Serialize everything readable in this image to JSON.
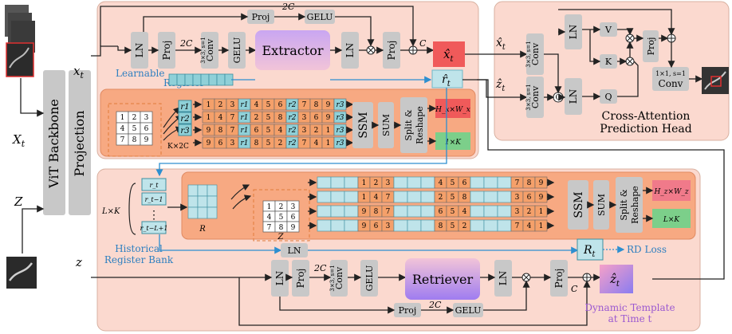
{
  "left": {
    "xt": "x_t",
    "Xt": "X_t",
    "Z": "Z",
    "z": "z",
    "vit": "ViT Backbone",
    "projection": "Projection"
  },
  "extractor": {
    "proj_top": "Proj",
    "gelu_top": "GELU",
    "twoC": "2C",
    "ln1": "LN",
    "proj1": "Proj",
    "twoC_b": "2C",
    "conv_params": "3×3, s=1",
    "conv": "Conv",
    "gelu": "GELU",
    "title": "Extractor",
    "ln2": "LN",
    "proj2": "Proj",
    "C": "C",
    "xhat": "x̂_t",
    "learnable_register": "Learnable",
    "register_sub": "Register",
    "rhat": "r̂_t"
  },
  "ssm_top": {
    "grid": [
      "1",
      "2",
      "3",
      "4",
      "5",
      "6",
      "7",
      "8",
      "9"
    ],
    "regs": [
      "r1",
      "r2",
      "r3"
    ],
    "KxC": "K×2C",
    "rows": [
      [
        "1",
        "2",
        "3",
        "r1",
        "4",
        "5",
        "6",
        "r2",
        "7",
        "8",
        "9",
        "r3"
      ],
      [
        "1",
        "4",
        "7",
        "r1",
        "2",
        "5",
        "8",
        "r2",
        "3",
        "6",
        "9",
        "r3"
      ],
      [
        "9",
        "8",
        "7",
        "r1",
        "6",
        "5",
        "4",
        "r2",
        "3",
        "2",
        "1",
        "r3"
      ],
      [
        "9",
        "6",
        "3",
        "r1",
        "8",
        "5",
        "2",
        "r2",
        "7",
        "4",
        "1",
        "r3"
      ]
    ],
    "ssm": "SSM",
    "sum": "SUM",
    "split": "Split &",
    "reshape": "Reshape",
    "out1": "H_x×W_x",
    "out2": "1×K"
  },
  "head": {
    "xhat": "x̂_t",
    "zhat": "ẑ_t",
    "conv1": "Conv",
    "conv2": "Conv",
    "conv_params": "3×3, s=1",
    "ln1": "LN",
    "ln2": "LN",
    "v": "V",
    "k": "K",
    "q": "Q",
    "c": "C",
    "proj": "Proj",
    "conv_out_params": "1×1, s=1",
    "conv_out": "Conv",
    "title1": "Cross-Attention",
    "title2": "Prediction Head"
  },
  "retriever": {
    "LxK": "L×K",
    "r_entries": [
      "r_t",
      "r_t−1",
      "⋮",
      "r_t−L+1"
    ],
    "R": "R",
    "Z": "Z",
    "bank1": "Historical",
    "bank2": "Register Bank",
    "ln_mid": "LN",
    "Rt": "R_t",
    "rd_loss": "RD Loss",
    "ln1": "LN",
    "proj1": "Proj",
    "twoC": "2C",
    "conv_params": "3×3, s=1",
    "conv": "Conv",
    "gelu": "GELU",
    "title": "Retriever",
    "ln2": "LN",
    "proj2": "Proj",
    "C": "C",
    "zhat": "ẑ_t",
    "proj_bot": "Proj",
    "gelu_bot": "GELU",
    "twoC_bot": "2C",
    "dyn1": "Dynamic Template",
    "dyn2": "at Time t",
    "ssm": "SSM",
    "sum": "SUM",
    "split": "Split &",
    "reshape": "Reshape",
    "out1": "H_z×W_z",
    "out2": "L×K",
    "rows": [
      [
        "1",
        "2",
        "3",
        "4",
        "5",
        "6",
        "7",
        "8",
        "9"
      ],
      [
        "1",
        "4",
        "7",
        "2",
        "5",
        "8",
        "3",
        "6",
        "9"
      ],
      [
        "9",
        "8",
        "7",
        "6",
        "5",
        "4",
        "3",
        "2",
        "1"
      ],
      [
        "9",
        "6",
        "3",
        "8",
        "5",
        "2",
        "7",
        "4",
        "1"
      ]
    ]
  },
  "colors": {
    "panel": "#fbd9cf",
    "inner": "#f7a982",
    "gray": "#c8c8c8",
    "red": "#f05a5a",
    "blue_line": "#2d8fd0",
    "teal": "#8fd0d8",
    "purple": "#a67cf0",
    "orange_cell": "#f5a06a"
  }
}
